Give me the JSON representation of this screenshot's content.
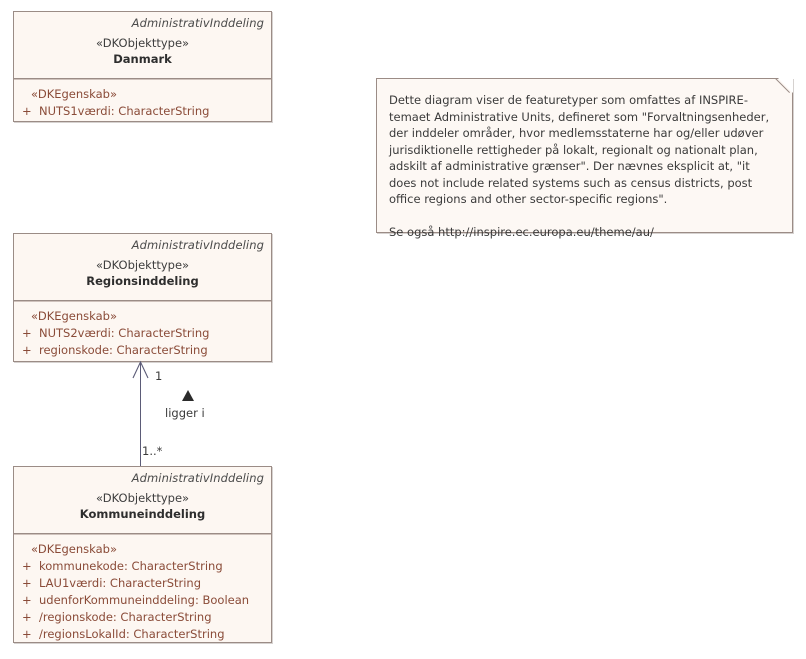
{
  "diagram": {
    "title": "AdministrativInddeling class diagram",
    "colors": {
      "class_fill": "#fdf7f2",
      "class_border": "#9b8c86",
      "attribute_text": "#8a4b38",
      "header_text": "#3d3d3d",
      "note_fill": "#fdf8f4",
      "line": "#5b5b77"
    }
  },
  "classes": [
    {
      "package": "AdministrativInddeling",
      "stereotype": "«DKObjekttype»",
      "name": "Danmark",
      "attr_stereotype": "«DKEgenskab»",
      "attributes": [
        {
          "visibility": "+",
          "text": "NUTS1værdi: CharacterString"
        }
      ]
    },
    {
      "package": "AdministrativInddeling",
      "stereotype": "«DKObjekttype»",
      "name": "Regionsinddeling",
      "attr_stereotype": "«DKEgenskab»",
      "attributes": [
        {
          "visibility": "+",
          "text": "NUTS2værdi: CharacterString"
        },
        {
          "visibility": "+",
          "text": "regionskode: CharacterString"
        }
      ]
    },
    {
      "package": "AdministrativInddeling",
      "stereotype": "«DKObjekttype»",
      "name": "Kommuneinddeling",
      "attr_stereotype": "«DKEgenskab»",
      "attributes": [
        {
          "visibility": "+",
          "text": "kommunekode: CharacterString"
        },
        {
          "visibility": "+",
          "text": "LAU1værdi: CharacterString"
        },
        {
          "visibility": "+",
          "text": "udenforKommuneinddeling: Boolean"
        },
        {
          "visibility": "+",
          "text": "/regionskode: CharacterString"
        },
        {
          "visibility": "+",
          "text": "/regionsLokalId: CharacterString"
        }
      ]
    }
  ],
  "association": {
    "label": "ligger i",
    "source_multiplicity": "1..*",
    "target_multiplicity": "1"
  },
  "note": {
    "paragraph1": "Dette diagram viser de featuretyper som omfattes af INSPIRE-temaet Administrative Units, defineret som \"Forvaltningsenheder, der inddeler områder, hvor medlemsstaterne har og/eller udøver jurisdiktionelle rettigheder på lokalt, regionalt og nationalt plan, adskilt af administrative grænser\". Der nævnes eksplicit at, \"it does not include related systems such as census districts, post office regions and other sector-specific regions\".",
    "paragraph2": "Se også http://inspire.ec.europa.eu/theme/au/"
  }
}
